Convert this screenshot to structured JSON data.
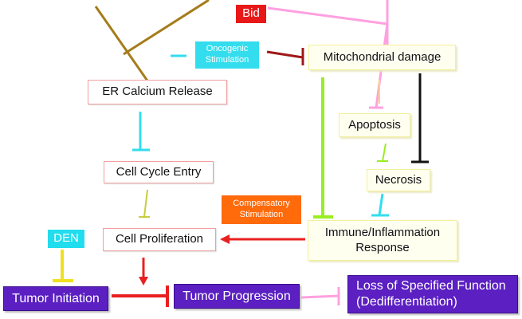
{
  "nodes": {
    "bid": "Bid",
    "oncogenic": "Oncogenic Stimulation",
    "mito": "Mitochondrial damage",
    "er": "ER Calcium Release",
    "apoptosis": "Apoptosis",
    "cellcycle": "Cell Cycle Entry",
    "necrosis": "Necrosis",
    "compensatory": "Compensatory Stimulation",
    "den": "DEN",
    "proliferation": "Cell Proliferation",
    "immune_line1": "Immune/Inflammation",
    "immune_line2": "Response",
    "initiation": "Tumor Initiation",
    "progression": "Tumor Progression",
    "loss_line1": "Loss of Specified Function",
    "loss_line2": "(Dedifferentiation)"
  },
  "colors": {
    "brown": "#a57c1b",
    "pink": "#ffa0e0",
    "lime": "#99ee22",
    "yellow": "#f0e060",
    "black": "#111111",
    "cyan": "#33ddee",
    "red": "#e82020",
    "darkred": "#a01818",
    "olive": "#c8cc40"
  }
}
